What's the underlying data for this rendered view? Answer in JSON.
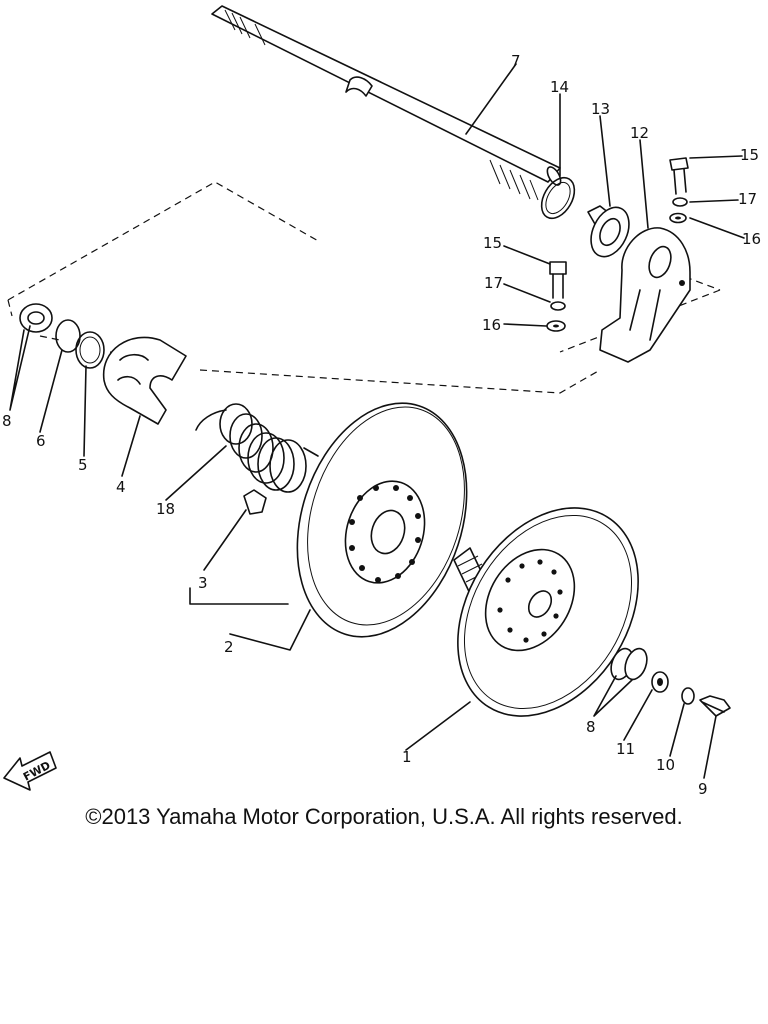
{
  "diagram": {
    "callouts": [
      {
        "id": "1",
        "label": "1"
      },
      {
        "id": "2",
        "label": "2"
      },
      {
        "id": "3",
        "label": "3"
      },
      {
        "id": "4",
        "label": "4"
      },
      {
        "id": "5",
        "label": "5"
      },
      {
        "id": "6",
        "label": "6"
      },
      {
        "id": "7",
        "label": "7"
      },
      {
        "id": "8a",
        "label": "8"
      },
      {
        "id": "8b",
        "label": "8"
      },
      {
        "id": "9",
        "label": "9"
      },
      {
        "id": "10",
        "label": "10"
      },
      {
        "id": "11",
        "label": "11"
      },
      {
        "id": "12",
        "label": "12"
      },
      {
        "id": "13",
        "label": "13"
      },
      {
        "id": "14",
        "label": "14"
      },
      {
        "id": "15a",
        "label": "15"
      },
      {
        "id": "15b",
        "label": "15"
      },
      {
        "id": "16a",
        "label": "16"
      },
      {
        "id": "16b",
        "label": "16"
      },
      {
        "id": "17a",
        "label": "17"
      },
      {
        "id": "17b",
        "label": "17"
      },
      {
        "id": "18",
        "label": "18"
      }
    ],
    "fwd_label": "FWD"
  },
  "footer": {
    "copyright": "©2013 Yamaha Motor Corporation, U.S.A. All rights reserved."
  }
}
